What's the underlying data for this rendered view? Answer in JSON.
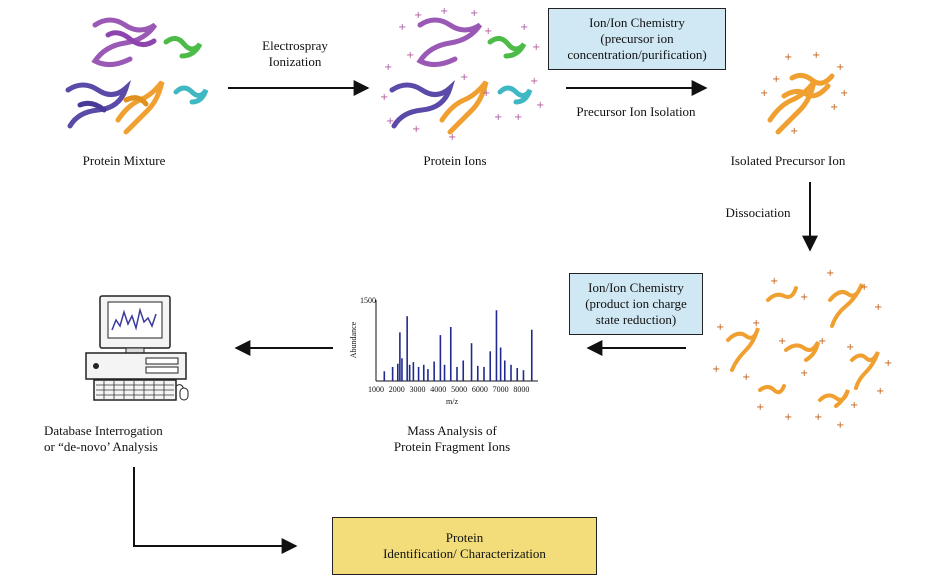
{
  "colors": {
    "chem_box_fill": "#cfe8f3",
    "result_box_fill": "#f2dd7a",
    "protein_purple": "#9b59b6",
    "protein_green": "#4cbb47",
    "protein_indigo": "#5b4aa8",
    "protein_orange": "#f0a030",
    "protein_cyan": "#3fb8c4",
    "spectrum": "#1f2a8c"
  },
  "stages": {
    "protein_mixture": "Protein Mixture",
    "protein_ions": "Protein Ions",
    "isolated_precursor": "Isolated Precursor Ion",
    "database": [
      "Database Interrogation",
      "or “de-novo’ Analysis"
    ],
    "mass_analysis": [
      "Mass Analysis of",
      "Protein Fragment Ions"
    ]
  },
  "arrows": {
    "electrospray": [
      "Electrospray",
      "Ionization"
    ],
    "precursor_isolation": "Precursor Ion Isolation",
    "dissociation": "Dissociation"
  },
  "boxes": {
    "precursor_chem": [
      "Ion/Ion Chemistry",
      "(precursor ion",
      "concentration/purification)"
    ],
    "product_chem": [
      "Ion/Ion Chemistry",
      "(product ion charge",
      "state reduction)"
    ],
    "result": [
      "Protein",
      "Identification/ Characterization"
    ]
  },
  "chart_data": {
    "type": "bar",
    "ylabel": "Abundance",
    "xlabel": "m/z",
    "ylim": [
      0,
      1500
    ],
    "y_ticks": [
      "1500"
    ],
    "xlim": [
      1000,
      8800
    ],
    "x_ticks": [
      "1000",
      "2000",
      "3000",
      "4000",
      "5000",
      "6000",
      "7000",
      "8000"
    ],
    "peaks": [
      {
        "x": 1400,
        "y": 180
      },
      {
        "x": 1800,
        "y": 260
      },
      {
        "x": 2050,
        "y": 320
      },
      {
        "x": 2150,
        "y": 900
      },
      {
        "x": 2250,
        "y": 420
      },
      {
        "x": 2500,
        "y": 1200
      },
      {
        "x": 2620,
        "y": 300
      },
      {
        "x": 2800,
        "y": 350
      },
      {
        "x": 3050,
        "y": 260
      },
      {
        "x": 3300,
        "y": 300
      },
      {
        "x": 3500,
        "y": 220
      },
      {
        "x": 3800,
        "y": 360
      },
      {
        "x": 4100,
        "y": 850
      },
      {
        "x": 4300,
        "y": 300
      },
      {
        "x": 4600,
        "y": 1000
      },
      {
        "x": 4900,
        "y": 260
      },
      {
        "x": 5200,
        "y": 380
      },
      {
        "x": 5600,
        "y": 700
      },
      {
        "x": 5900,
        "y": 280
      },
      {
        "x": 6200,
        "y": 260
      },
      {
        "x": 6500,
        "y": 550
      },
      {
        "x": 6800,
        "y": 1310
      },
      {
        "x": 7000,
        "y": 620
      },
      {
        "x": 7200,
        "y": 380
      },
      {
        "x": 7500,
        "y": 300
      },
      {
        "x": 7800,
        "y": 240
      },
      {
        "x": 8100,
        "y": 200
      },
      {
        "x": 8500,
        "y": 950
      }
    ]
  }
}
